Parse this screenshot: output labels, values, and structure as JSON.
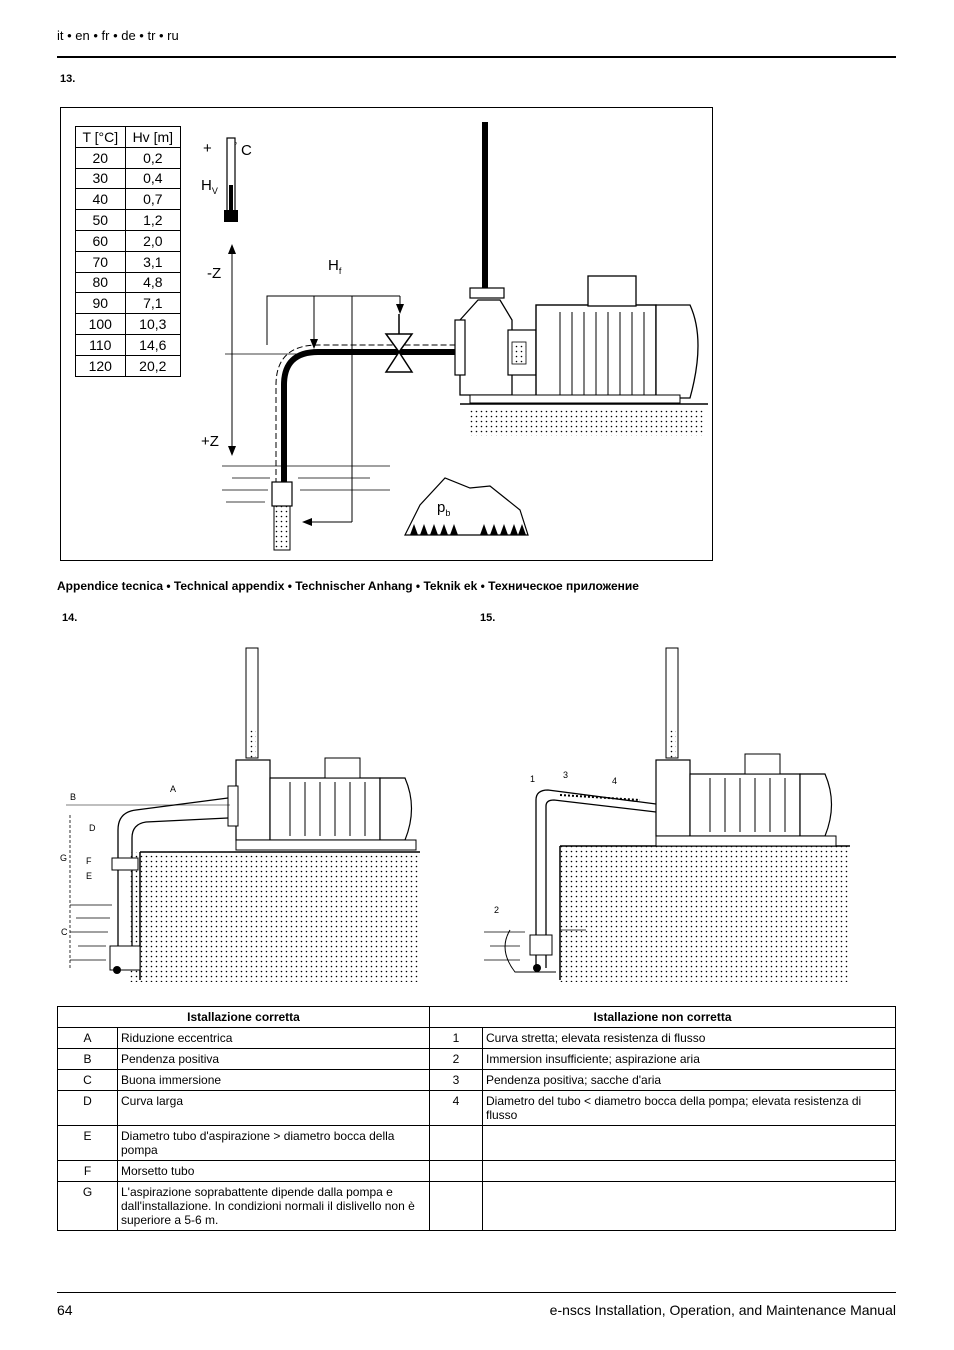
{
  "header": {
    "languages": "it • en • fr • de • tr • ru"
  },
  "figure13": {
    "number": "13.",
    "table": {
      "headers": [
        "T [°C]",
        "Hv  [m]"
      ],
      "rows": [
        [
          "20",
          "0,2"
        ],
        [
          "30",
          "0,4"
        ],
        [
          "40",
          "0,7"
        ],
        [
          "50",
          "1,2"
        ],
        [
          "60",
          "2,0"
        ],
        [
          "70",
          "3,1"
        ],
        [
          "80",
          "4,8"
        ],
        [
          "90",
          "7,1"
        ],
        [
          "100",
          "10,3"
        ],
        [
          "110",
          "14,6"
        ],
        [
          "120",
          "20,2"
        ]
      ]
    },
    "labels": {
      "plus": "+",
      "celsius": "C",
      "degree": "°",
      "hv_main": "H",
      "hv_sub": "V",
      "minus_z": "-Z",
      "plus_z": "+Z",
      "hf_main": "H",
      "hf_sub": "f",
      "pb_main": "p",
      "pb_sub": "b"
    }
  },
  "appendix_title": "Appendice tecnica • Technical appendix • Technischer Anhang • Teknik ek • Техническое приложение",
  "figure14": {
    "number": "14.",
    "labels": [
      "A",
      "B",
      "C",
      "D",
      "E",
      "F",
      "G"
    ]
  },
  "figure15": {
    "number": "15.",
    "labels": [
      "1",
      "2",
      "3",
      "4"
    ]
  },
  "legend": {
    "header_correct": "Istallazione corretta",
    "header_incorrect": "Istallazione non corretta",
    "rows": [
      {
        "letter": "A",
        "desc": "Riduzione eccentrica",
        "num": "1",
        "desc2": "Curva stretta; elevata resistenza di flusso"
      },
      {
        "letter": "B",
        "desc": "Pendenza positiva",
        "num": "2",
        "desc2": "Immersion insufficiente; aspirazione aria"
      },
      {
        "letter": "C",
        "desc": "Buona immersione",
        "num": "3",
        "desc2": "Pendenza positiva; sacche d'aria"
      },
      {
        "letter": "D",
        "desc": "Curva larga",
        "num": "4",
        "desc2": "Diametro del tubo < diametro bocca della pompa; elevata resistenza di flusso"
      },
      {
        "letter": "E",
        "desc": "Diametro tubo d'aspirazione > diametro bocca della pompa",
        "num": "",
        "desc2": ""
      },
      {
        "letter": "F",
        "desc": "Morsetto tubo",
        "num": "",
        "desc2": ""
      },
      {
        "letter": "G",
        "desc": "L'aspirazione soprabattente dipende dalla pompa e dall'installazione. In condizioni normali il dislivello non è superiore a 5-6 m.",
        "num": "",
        "desc2": ""
      }
    ]
  },
  "footer": {
    "page_number": "64",
    "manual_title": "e-nscs Installation, Operation, and Maintenance Manual"
  }
}
